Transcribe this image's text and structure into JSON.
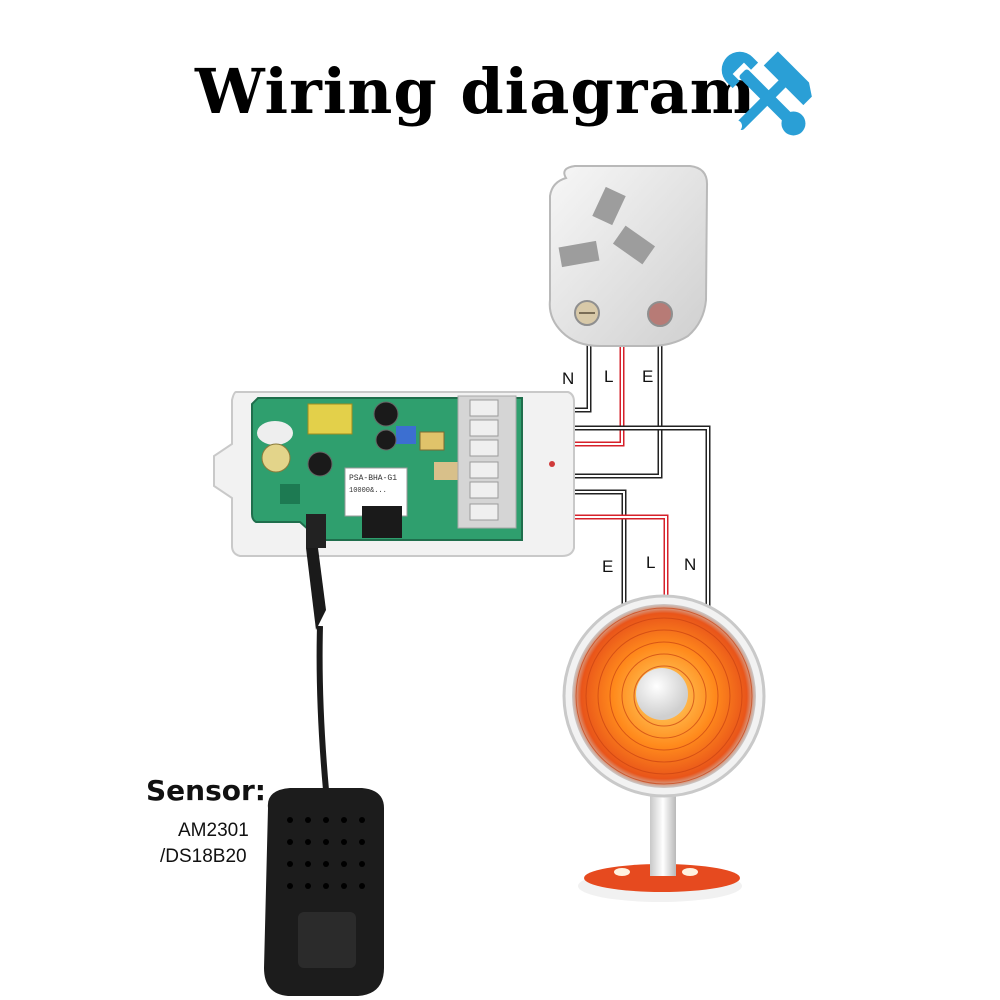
{
  "title": "Wiring diagram",
  "title_icon": "hammer-wrench-icon",
  "accent_color": "#2a9fd6",
  "wire_colors": {
    "live": "#d6202a",
    "neutral": "#222222",
    "earth": "#222222"
  },
  "plug_terminals": [
    "N",
    "L",
    "E"
  ],
  "load_terminals": [
    "E",
    "L",
    "N"
  ],
  "sensor": {
    "heading": "Sensor:",
    "models": [
      "AM2301",
      "/DS18B20"
    ]
  },
  "device_label": "PSA-BHA-G1",
  "device_label_2": "10000&..."
}
